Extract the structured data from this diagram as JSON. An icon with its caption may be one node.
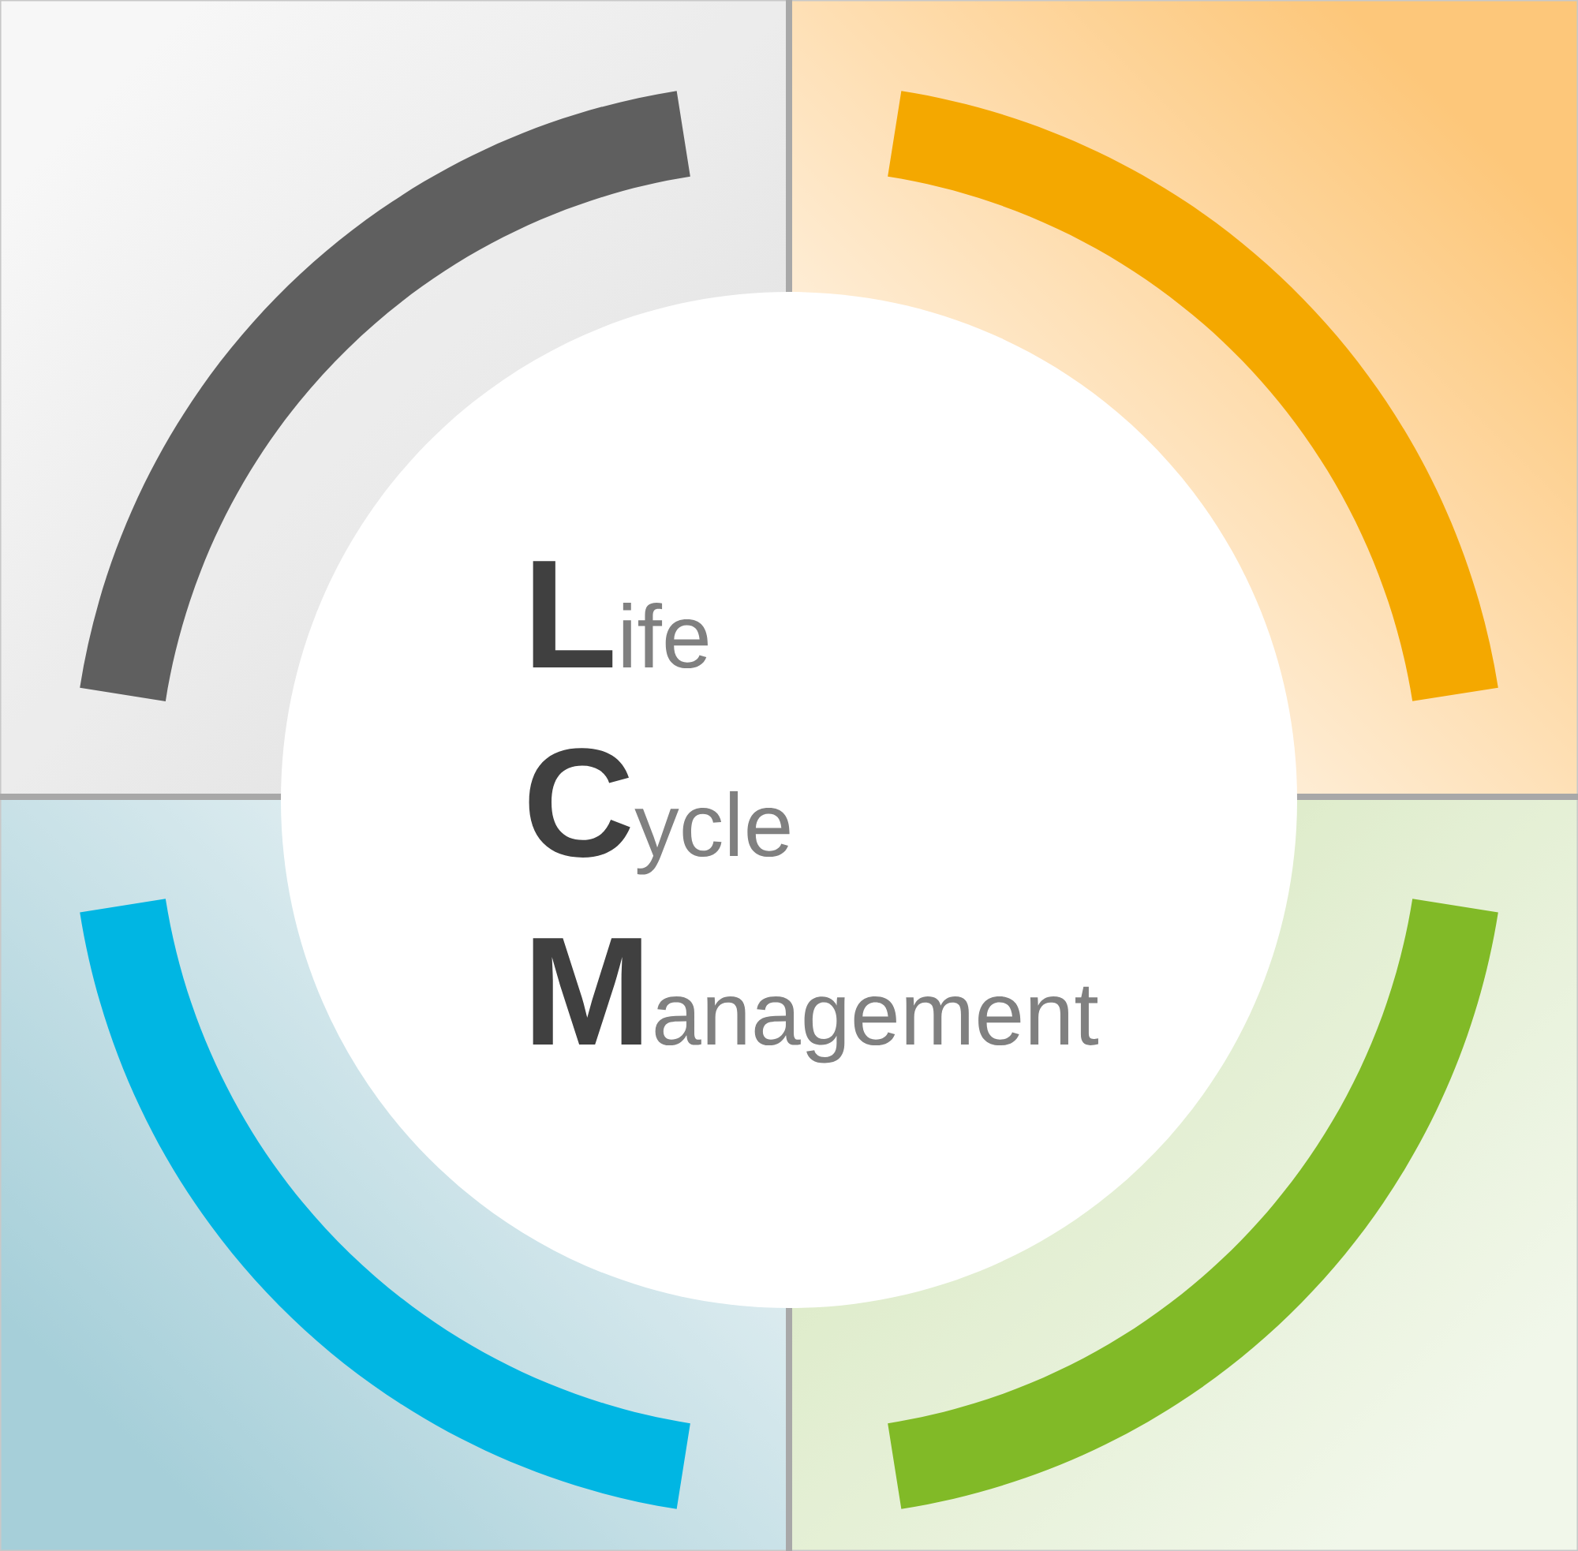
{
  "diagram": {
    "nodes": [
      {
        "text": [],
        "shape": "arc"
      },
      {
        "text": [],
        "shape": "arc"
      },
      {
        "text": [
          "**L**ife",
          "**C**ycle",
          "**M**anagement"
        ]
      },
      {
        "text": [],
        "shape": "arc"
      },
      {
        "text": [],
        "shape": "arc"
      }
    ]
  }
}
